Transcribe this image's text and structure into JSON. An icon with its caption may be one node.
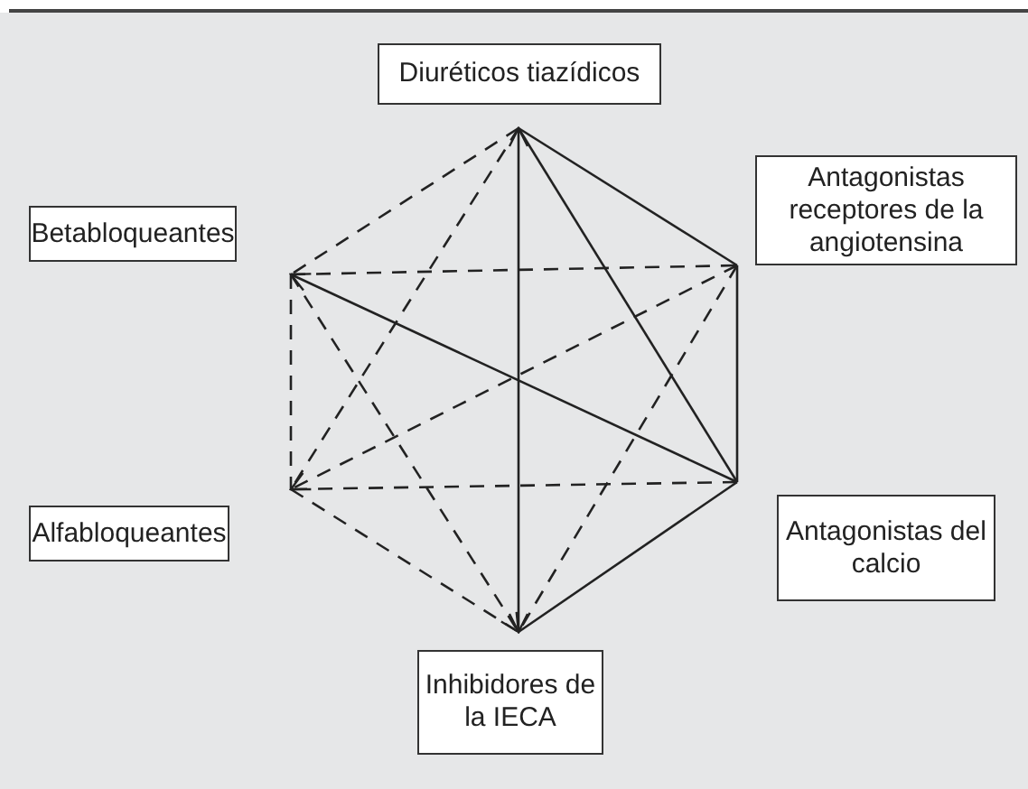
{
  "diagram": {
    "nodes": [
      {
        "text": [
          "Diuréticos tiazídicos"
        ]
      },
      {
        "text": [
          "Betabloqueantes"
        ]
      },
      {
        "text": [
          "Antagonistas receptores de la angiotensina"
        ]
      },
      {
        "text": [
          "Alfabloqueantes"
        ]
      },
      {
        "text": [
          "Antagonistas del calcio"
        ]
      },
      {
        "text": [
          "Inhibidores de la IECA"
        ]
      }
    ],
    "edges": [
      {
        "from": 5,
        "to": 0,
        "arrow": "both"
      },
      {
        "from": 0,
        "to": 2,
        "arrow": "none"
      },
      {
        "from": 0,
        "to": 4,
        "arrow": "none"
      },
      {
        "from": 2,
        "to": 4,
        "arrow": "none"
      },
      {
        "from": 4,
        "to": 5,
        "arrow": "none"
      },
      {
        "from": 4,
        "to": 1,
        "arrow": "to"
      },
      {
        "from": 0,
        "to": 1,
        "arrow": "none",
        "style": "dashed"
      },
      {
        "from": 0,
        "to": 3,
        "arrow": "none",
        "style": "dashed"
      },
      {
        "from": 1,
        "to": 2,
        "arrow": "none",
        "style": "dashed"
      },
      {
        "from": 1,
        "to": 3,
        "arrow": "none",
        "style": "dashed"
      },
      {
        "from": 1,
        "to": 5,
        "arrow": "to",
        "style": "dashed"
      },
      {
        "from": 2,
        "to": 3,
        "arrow": "to",
        "style": "dashed"
      },
      {
        "from": 2,
        "to": 5,
        "arrow": "none",
        "style": "dashed"
      },
      {
        "from": 4,
        "to": 3,
        "arrow": "none",
        "style": "dashed"
      },
      {
        "from": 3,
        "to": 5,
        "arrow": "none",
        "style": "dashed"
      }
    ]
  }
}
